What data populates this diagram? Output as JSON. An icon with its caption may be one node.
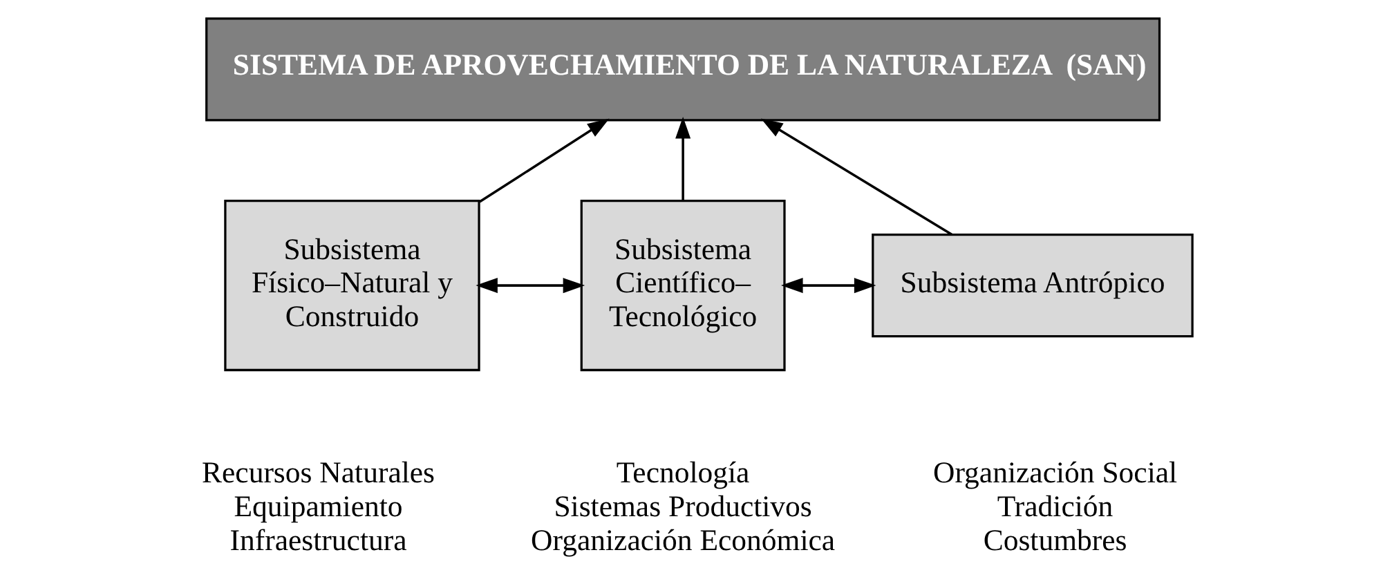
{
  "diagram": {
    "nodes": [
      {
        "text": [
          "SISTEMA DE APROVECHAMIENTO DE LA NATURALEZA  (SAN)"
        ]
      },
      {
        "text": [
          "Subsistema Físico–Natural y Construido"
        ],
        "beside": [
          "Recursos Naturales",
          "Equipamiento",
          "Infraestructura"
        ]
      },
      {
        "text": [
          "Subsistema Científico–Tecnológico"
        ],
        "beside": [
          "Tecnología",
          "Sistemas Productivos",
          "Organización Económica"
        ]
      },
      {
        "text": [
          "Subsistema Antrópico"
        ],
        "beside": [
          "Organización Social",
          "Tradición",
          "Costumbres"
        ]
      }
    ],
    "edges": [
      {
        "from": 1,
        "to": 0,
        "arrow": "to"
      },
      {
        "from": 2,
        "to": 0,
        "arrow": "to"
      },
      {
        "from": 3,
        "to": 0,
        "arrow": "to"
      },
      {
        "from": 1,
        "to": 2,
        "arrow": "both"
      },
      {
        "from": 2,
        "to": 3,
        "arrow": "both"
      }
    ]
  }
}
